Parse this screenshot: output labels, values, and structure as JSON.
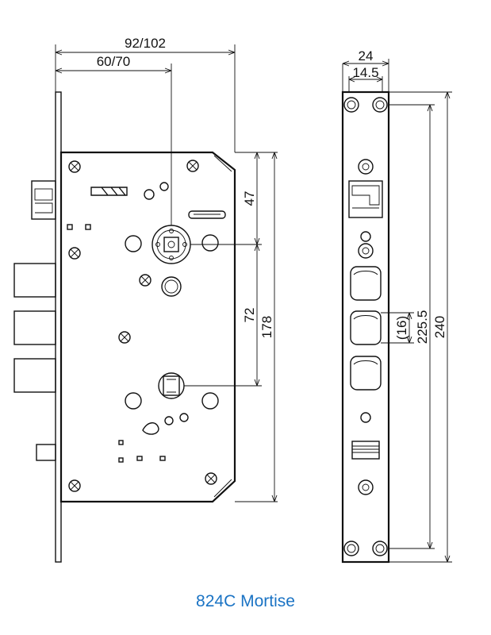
{
  "dimensions": {
    "overall_width": "92/102",
    "backset": "60/70",
    "spindle_offset": "47",
    "center_distance": "72",
    "body_height": "178",
    "faceplate_width": "24",
    "faceplate_inner": "14.5",
    "strike_gap": "(16)",
    "screw_distance": "225.5",
    "faceplate_length": "240"
  },
  "caption": "824C Mortise",
  "colors": {
    "line": "#111111",
    "caption": "#1a73c4"
  }
}
